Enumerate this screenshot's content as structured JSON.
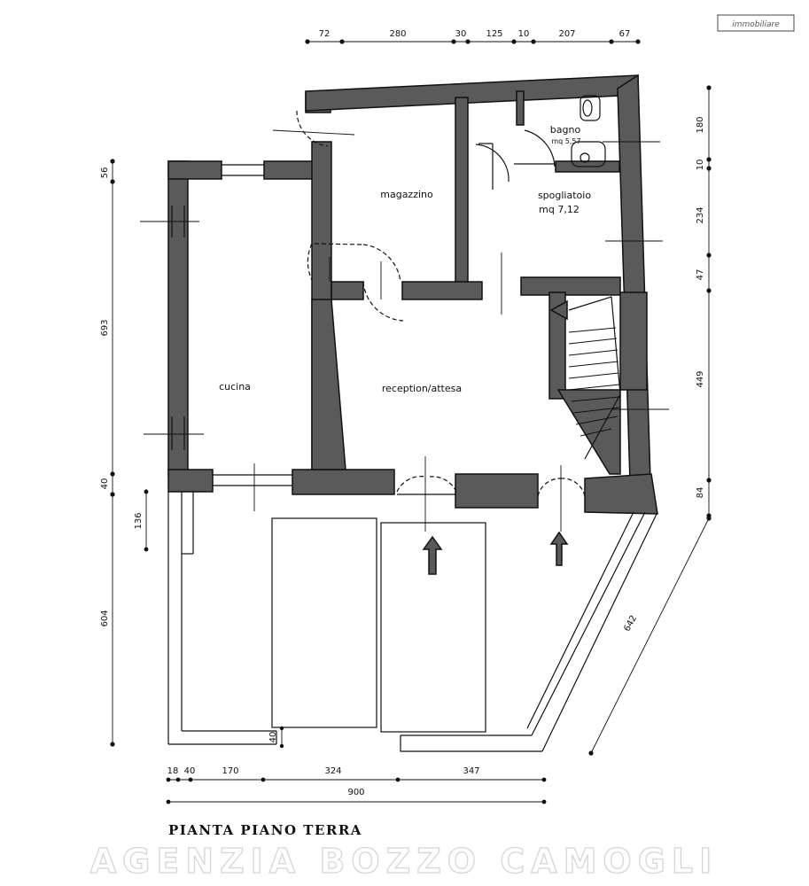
{
  "logo": "immobiliare",
  "dimensions": {
    "top": [
      "72",
      "280",
      "30",
      "125",
      "10",
      "207",
      "67"
    ],
    "left": [
      "56",
      "693",
      "40",
      "604"
    ],
    "left_inner": "136",
    "right": [
      "180",
      "10",
      "234",
      "47",
      "449",
      "84"
    ],
    "diagonal": "642",
    "bottom": [
      "18",
      "40",
      "170",
      "324",
      "347"
    ],
    "bottom_total": "900",
    "small": "40"
  },
  "rooms": {
    "magazzino": "magazzino",
    "bagno": "bagno",
    "bagno_area": "mq 5,57",
    "spogliatoio": "spogliatoio",
    "spogliatoio_area": "mq 7,12",
    "cucina": "cucina",
    "reception": "reception/attesa"
  },
  "title": "Pianta Piano Terra",
  "watermark": "AGENZIA BOZZO CAMOGLI"
}
